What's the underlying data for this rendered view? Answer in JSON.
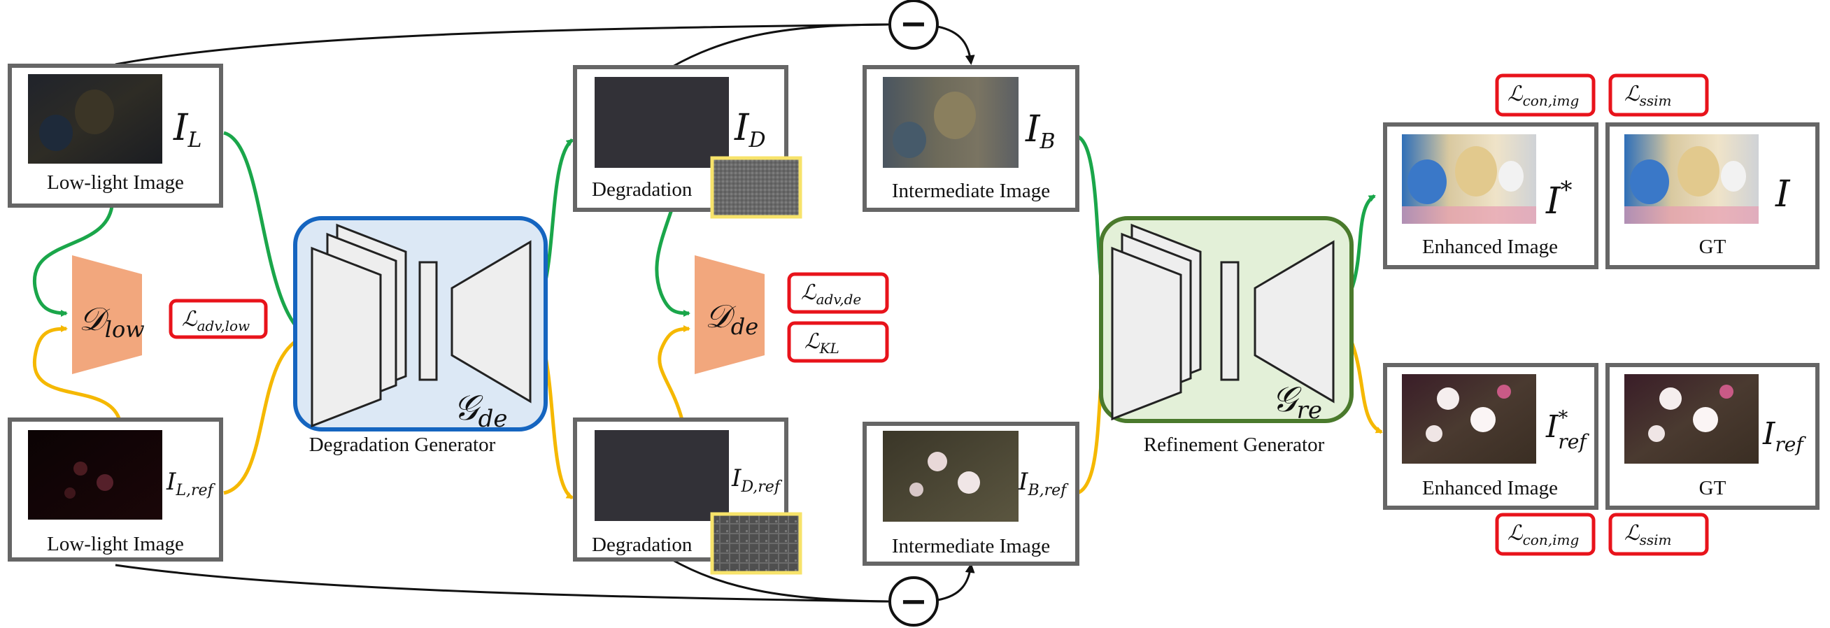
{
  "inputs": {
    "low_light": {
      "symbol": "I",
      "sub": "L",
      "caption": "Low-light Image"
    },
    "low_light_ref": {
      "symbol": "I",
      "sub": "L,ref",
      "caption": "Low-light Image"
    }
  },
  "degradation": {
    "main": {
      "symbol": "I",
      "sub": "D",
      "caption": "Degradation"
    },
    "ref": {
      "symbol": "I",
      "sub": "D,ref",
      "caption": "Degradation"
    }
  },
  "intermediate": {
    "main": {
      "symbol": "I",
      "sub": "B",
      "caption": "Intermediate Image"
    },
    "ref": {
      "symbol": "I",
      "sub": "B,ref",
      "caption": "Intermediate Image"
    }
  },
  "outputs": {
    "enhanced": {
      "symbol": "I",
      "sup": "*",
      "caption": "Enhanced Image"
    },
    "gt": {
      "symbol": "I",
      "caption": "GT"
    },
    "enhanced_ref": {
      "symbol": "I",
      "sup": "*",
      "sub": "ref",
      "caption": "Enhanced Image"
    },
    "gt_ref": {
      "symbol": "I",
      "sub": "ref",
      "caption": "GT"
    }
  },
  "discriminators": {
    "low": {
      "symbol": "D",
      "sub": "low"
    },
    "de": {
      "symbol": "D",
      "sub": "de"
    }
  },
  "generators": {
    "degradation": {
      "symbol": "G",
      "sub": "de",
      "caption": "Degradation Generator"
    },
    "refinement": {
      "symbol": "G",
      "sub": "re",
      "caption": "Refinement Generator"
    }
  },
  "losses": {
    "adv_low": {
      "symbol": "L",
      "sub": "adv,low"
    },
    "adv_de": {
      "symbol": "L",
      "sub": "adv,de"
    },
    "kl": {
      "symbol": "L",
      "sub": "KL"
    },
    "con_img_top": {
      "symbol": "L",
      "sub": "con,img"
    },
    "ssim_top": {
      "symbol": "L",
      "sub": "ssim"
    },
    "con_img_bottom": {
      "symbol": "L",
      "sub": "con,img"
    },
    "ssim_bottom": {
      "symbol": "L",
      "sub": "ssim"
    }
  },
  "operators": {
    "subtract_top": "−",
    "subtract_bottom": "−"
  },
  "colors": {
    "main_path": "#1aa64a",
    "ref_path": "#f5b800",
    "loss_border": "#e8131b",
    "generator_de_fill": "#dce8f5",
    "generator_de_border": "#1565c0",
    "generator_re_fill": "#e3f0d8",
    "generator_re_border": "#4a7a2c",
    "discriminator_fill": "#f2a77d",
    "highlight_border": "#f7e36a"
  }
}
